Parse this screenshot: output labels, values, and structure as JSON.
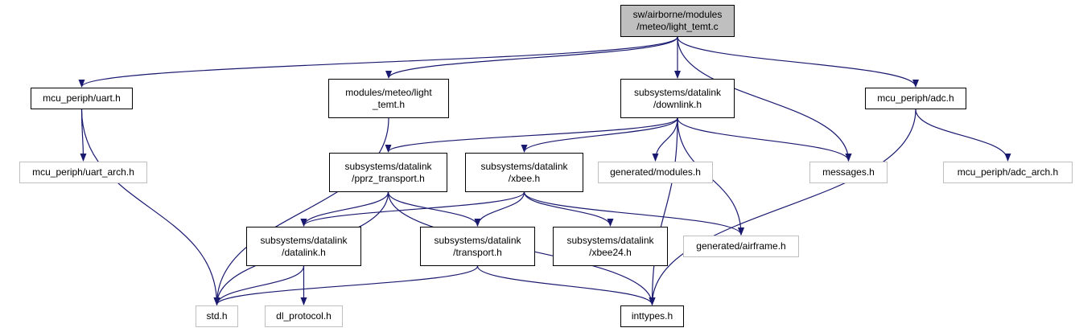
{
  "diagram": {
    "nodes": [
      {
        "id": "root",
        "label": "sw/airborne/modules\n/meteo/light_temt.c",
        "style": "root"
      },
      {
        "id": "uart",
        "label": "mcu_periph/uart.h",
        "style": "normal"
      },
      {
        "id": "light",
        "label": "modules/meteo/light\n_temt.h",
        "style": "normal"
      },
      {
        "id": "downlink",
        "label": "subsystems/datalink\n/downlink.h",
        "style": "normal"
      },
      {
        "id": "adc",
        "label": "mcu_periph/adc.h",
        "style": "normal"
      },
      {
        "id": "uart_arch",
        "label": "mcu_periph/uart_arch.h",
        "style": "external"
      },
      {
        "id": "pprz",
        "label": "subsystems/datalink\n/pprz_transport.h",
        "style": "normal"
      },
      {
        "id": "xbee",
        "label": "subsystems/datalink\n/xbee.h",
        "style": "normal"
      },
      {
        "id": "modules",
        "label": "generated/modules.h",
        "style": "external"
      },
      {
        "id": "messages",
        "label": "messages.h",
        "style": "external"
      },
      {
        "id": "adc_arch",
        "label": "mcu_periph/adc_arch.h",
        "style": "external"
      },
      {
        "id": "datalink",
        "label": "subsystems/datalink\n/datalink.h",
        "style": "normal"
      },
      {
        "id": "transport",
        "label": "subsystems/datalink\n/transport.h",
        "style": "normal"
      },
      {
        "id": "xbee24",
        "label": "subsystems/datalink\n/xbee24.h",
        "style": "normal"
      },
      {
        "id": "airframe",
        "label": "generated/airframe.h",
        "style": "external"
      },
      {
        "id": "std",
        "label": "std.h",
        "style": "external"
      },
      {
        "id": "dl_protocol",
        "label": "dl_protocol.h",
        "style": "external"
      },
      {
        "id": "inttypes",
        "label": "inttypes.h",
        "style": "normal"
      }
    ],
    "edges": [
      [
        "root",
        "uart"
      ],
      [
        "root",
        "light"
      ],
      [
        "root",
        "downlink"
      ],
      [
        "root",
        "messages"
      ],
      [
        "root",
        "adc"
      ],
      [
        "uart",
        "uart_arch"
      ],
      [
        "uart",
        "std"
      ],
      [
        "light",
        "std"
      ],
      [
        "downlink",
        "pprz"
      ],
      [
        "downlink",
        "xbee"
      ],
      [
        "downlink",
        "modules"
      ],
      [
        "downlink",
        "messages"
      ],
      [
        "downlink",
        "airframe"
      ],
      [
        "downlink",
        "inttypes"
      ],
      [
        "adc",
        "adc_arch"
      ],
      [
        "adc",
        "inttypes"
      ],
      [
        "pprz",
        "datalink"
      ],
      [
        "pprz",
        "transport"
      ],
      [
        "pprz",
        "std"
      ],
      [
        "pprz",
        "inttypes"
      ],
      [
        "xbee",
        "datalink"
      ],
      [
        "xbee",
        "transport"
      ],
      [
        "xbee",
        "xbee24"
      ],
      [
        "xbee",
        "airframe"
      ],
      [
        "datalink",
        "std"
      ],
      [
        "datalink",
        "dl_protocol"
      ],
      [
        "transport",
        "std"
      ],
      [
        "transport",
        "inttypes"
      ]
    ],
    "colors": {
      "edge": "#191970",
      "border": "#000000",
      "external_border": "#bfbfbf",
      "root_fill": "#bfbfbf"
    }
  }
}
